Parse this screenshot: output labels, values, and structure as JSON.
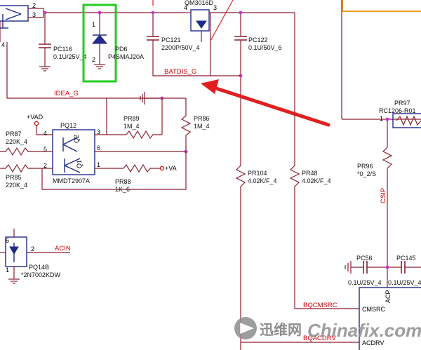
{
  "colors": {
    "wire": "#8a1f2e",
    "component": "#1f2a8a",
    "net_label": "#cc0000",
    "junction": "#cc33cc",
    "highlight": "#22cc22",
    "arrow": "#e02020",
    "border": "#f0a020"
  },
  "components": {
    "pc116": {
      "ref": "PC116",
      "value": "0.1U/25V_4"
    },
    "pd6": {
      "ref": "PD6",
      "value": "P4SMAJ20A",
      "pin_top": "1",
      "pin_bottom": "2"
    },
    "pc121": {
      "ref": "PC121",
      "value": "2200P/50V_4"
    },
    "pc122": {
      "ref": "PC122",
      "value": "0.1U/50V_6"
    },
    "qm": {
      "ref": "QM3016D",
      "pin_gate": "4",
      "pin_drain": "3"
    },
    "pr89": {
      "ref": "PR89",
      "value": "1M_4"
    },
    "pr86": {
      "ref": "PR86",
      "value": "1M_4"
    },
    "pq12": {
      "ref": "PQ12",
      "value": "MMDT2907A",
      "q_top": "Q2",
      "q_bot": "Q1",
      "pins": [
        "4",
        "5",
        "3",
        "6",
        "2",
        "1"
      ]
    },
    "pr87": {
      "ref": "PR87",
      "value": "220K_4"
    },
    "pr85": {
      "ref": "PR85",
      "value": "220K_4"
    },
    "pr88": {
      "ref": "PR88",
      "value": "1K_6"
    },
    "pr104": {
      "ref": "PR104",
      "value": "4.02K/F_4"
    },
    "pr48": {
      "ref": "PR48",
      "value": "4.02K/F_4"
    },
    "pr96": {
      "ref": "PR96",
      "value": "*0_2/S"
    },
    "pr97": {
      "ref": "PR97",
      "value": "RC1206-R01",
      "pin": "1"
    },
    "pq14b": {
      "ref": "PQ14B",
      "value": "*2N7002KDW",
      "pins": [
        "6",
        "2",
        "1"
      ]
    },
    "pc56": {
      "ref": "PC56",
      "value": "0.1U/25V_4"
    },
    "pc145": {
      "ref": "PC145",
      "value": "0.1U/25V_4"
    },
    "top_pins": [
      "2",
      "3"
    ],
    "left_pin": "4",
    "ic_pins": {
      "acp": "ACP",
      "cmsrc": "CMSRC",
      "acdrv": "ACDRV"
    }
  },
  "nets": {
    "batdis": "BATDIS_G",
    "idea": "IDEA_G",
    "vad": "+VAD",
    "va": "+VA",
    "acin": "ACIN",
    "csip": "CSIP",
    "bqcmsrc": "BQCMSRC",
    "bqacdrv": "BQACDRV"
  },
  "watermark": {
    "cn": "迅维网",
    "en": "Chinafix.com"
  }
}
